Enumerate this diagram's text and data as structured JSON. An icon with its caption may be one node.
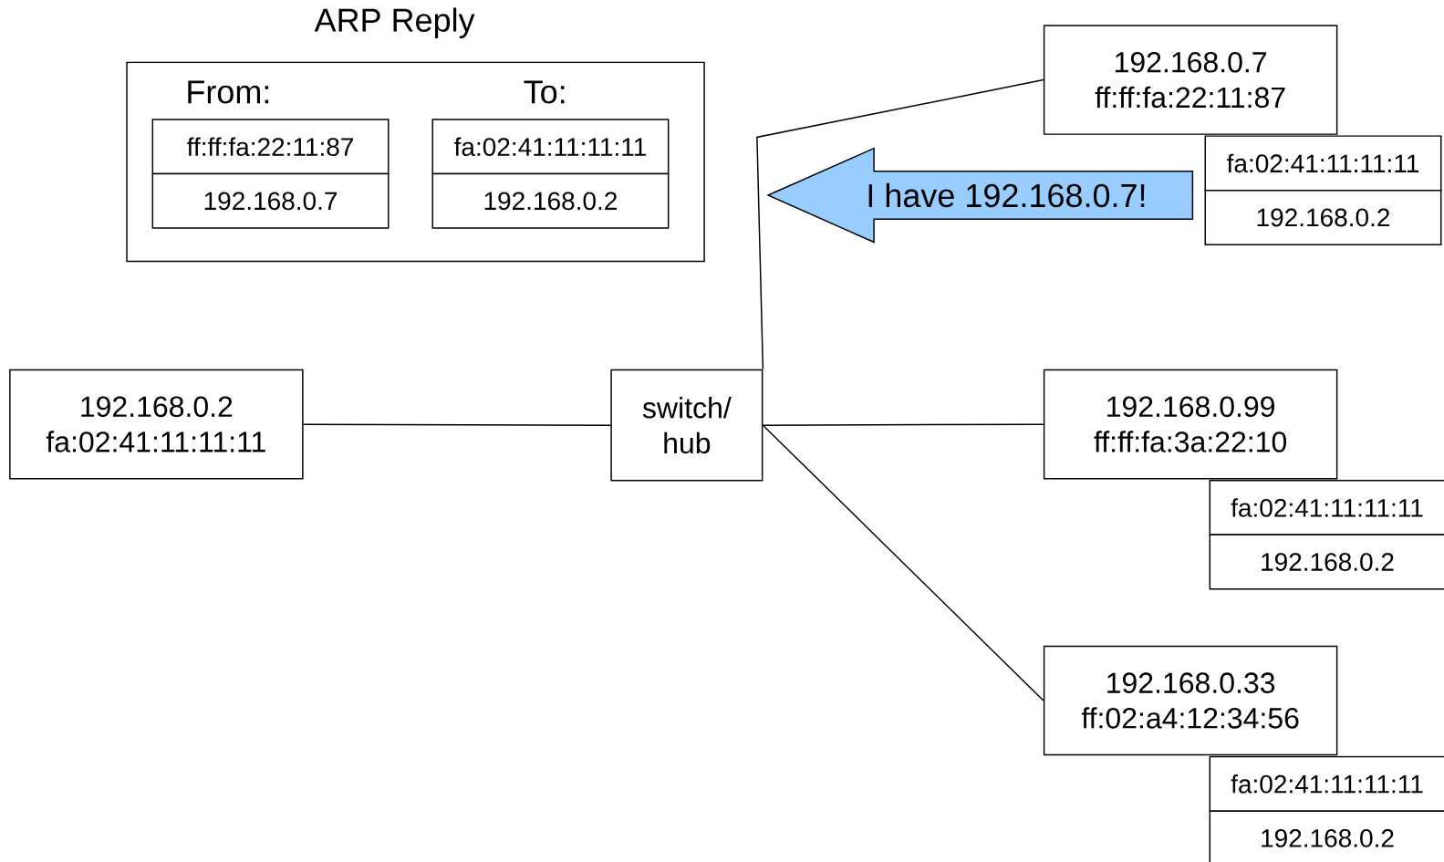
{
  "diagram": {
    "nodes": [
      {
        "text": [
          "ARP Reply",
          "From:",
          "To:"
        ]
      },
      {
        "text": [
          "ff:ff:fa:22:11:87"
        ],
        "in": 0
      },
      {
        "text": [
          "192.168.0.7"
        ],
        "in": 0
      },
      {
        "text": [
          "fa:02:41:11:11:11"
        ],
        "in": 0
      },
      {
        "text": [
          "192.168.0.2"
        ],
        "in": 0
      },
      {
        "text": [
          "192.168.0.2",
          "fa:02:41:11:11:11"
        ]
      },
      {
        "text": [
          "switch/ hub"
        ]
      },
      {
        "text": [
          "192.168.0.7",
          "ff:ff:fa:22:11:87"
        ]
      },
      {
        "text": [
          "fa:02:41:11:11:11"
        ]
      },
      {
        "text": [
          "192.168.0.2"
        ]
      },
      {
        "text": [
          "192.168.0.99",
          "ff:ff:fa:3a:22:10"
        ]
      },
      {
        "text": [
          "fa:02:41:11:11:11"
        ]
      },
      {
        "text": [
          "192.168.0.2"
        ]
      },
      {
        "text": [
          "192.168.0.33",
          "ff:02:a4:12:34:56"
        ]
      },
      {
        "text": [
          "fa:02:41:11:11:11"
        ]
      },
      {
        "text": [
          "192.168.0.2"
        ]
      },
      {
        "text": [
          "I have 192.168.0.7!"
        ]
      }
    ],
    "edges": [
      {
        "from": 5,
        "to": 6,
        "arrow": "none"
      },
      {
        "from": 6,
        "to": 7,
        "arrow": "none"
      },
      {
        "from": 6,
        "to": 10,
        "arrow": "none"
      },
      {
        "from": 6,
        "to": 13,
        "arrow": "none"
      }
    ]
  }
}
